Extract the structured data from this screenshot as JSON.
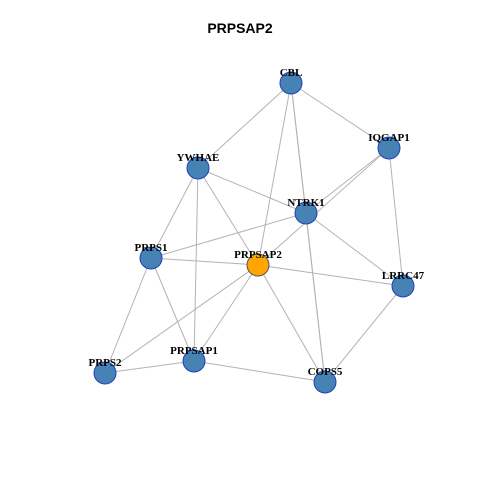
{
  "title": "PRPSAP2",
  "colors": {
    "node": "#4682b4",
    "center": "#ffa500",
    "edge": "#b3b3b3",
    "border": "#1f3fbf"
  },
  "nodes": [
    {
      "id": "CBL",
      "label": "CBL",
      "center": false
    },
    {
      "id": "IQGAP1",
      "label": "IQGAP1",
      "center": false
    },
    {
      "id": "YWHAE",
      "label": "YWHAE",
      "center": false
    },
    {
      "id": "NTRK1",
      "label": "NTRK1",
      "center": false
    },
    {
      "id": "PRPS1",
      "label": "PRPS1",
      "center": false
    },
    {
      "id": "PRPSAP2",
      "label": "PRPSAP2",
      "center": true
    },
    {
      "id": "LRRC47",
      "label": "LRRC47",
      "center": false
    },
    {
      "id": "PRPS2",
      "label": "PRPS2",
      "center": false
    },
    {
      "id": "PRPSAP1",
      "label": "PRPSAP1",
      "center": false
    },
    {
      "id": "COPS5",
      "label": "COPS5",
      "center": false
    }
  ],
  "edges": [
    [
      "CBL",
      "YWHAE"
    ],
    [
      "CBL",
      "IQGAP1"
    ],
    [
      "CBL",
      "NTRK1"
    ],
    [
      "CBL",
      "COPS5"
    ],
    [
      "CBL",
      "PRPSAP2"
    ],
    [
      "IQGAP1",
      "NTRK1"
    ],
    [
      "IQGAP1",
      "PRPSAP2"
    ],
    [
      "IQGAP1",
      "LRRC47"
    ],
    [
      "YWHAE",
      "NTRK1"
    ],
    [
      "YWHAE",
      "PRPS1"
    ],
    [
      "YWHAE",
      "PRPSAP1"
    ],
    [
      "YWHAE",
      "PRPSAP2"
    ],
    [
      "NTRK1",
      "PRPS1"
    ],
    [
      "NTRK1",
      "LRRC47"
    ],
    [
      "NTRK1",
      "COPS5"
    ],
    [
      "PRPS1",
      "PRPSAP2"
    ],
    [
      "PRPS1",
      "PRPS2"
    ],
    [
      "PRPS1",
      "PRPSAP1"
    ],
    [
      "PRPSAP2",
      "LRRC47"
    ],
    [
      "PRPSAP2",
      "PRPS2"
    ],
    [
      "PRPSAP2",
      "PRPSAP1"
    ],
    [
      "PRPSAP2",
      "COPS5"
    ],
    [
      "LRRC47",
      "COPS5"
    ],
    [
      "PRPS2",
      "PRPSAP1"
    ],
    [
      "PRPSAP1",
      "COPS5"
    ]
  ]
}
